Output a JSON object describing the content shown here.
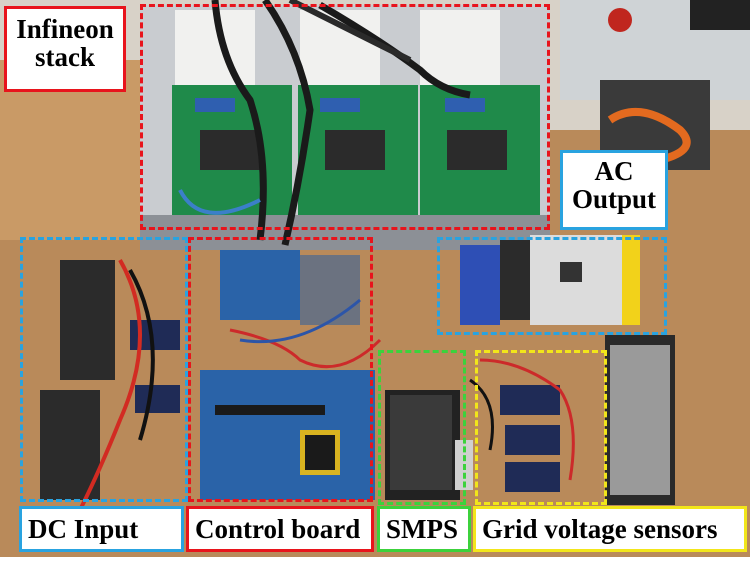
{
  "labels": {
    "infineon_stack": "Infineon stack",
    "ac_output": "AC Output",
    "dc_input": "DC Input",
    "control_board": "Control board",
    "smps": "SMPS",
    "grid_voltage_sensors": "Grid voltage sensors"
  },
  "colors": {
    "infineon_stack": "#e8141c",
    "ac_output": "#29a3e0",
    "dc_input": "#29a3e0",
    "control_board": "#e8141c",
    "smps": "#3cd23c",
    "grid_voltage_sensors": "#f2e61a"
  }
}
